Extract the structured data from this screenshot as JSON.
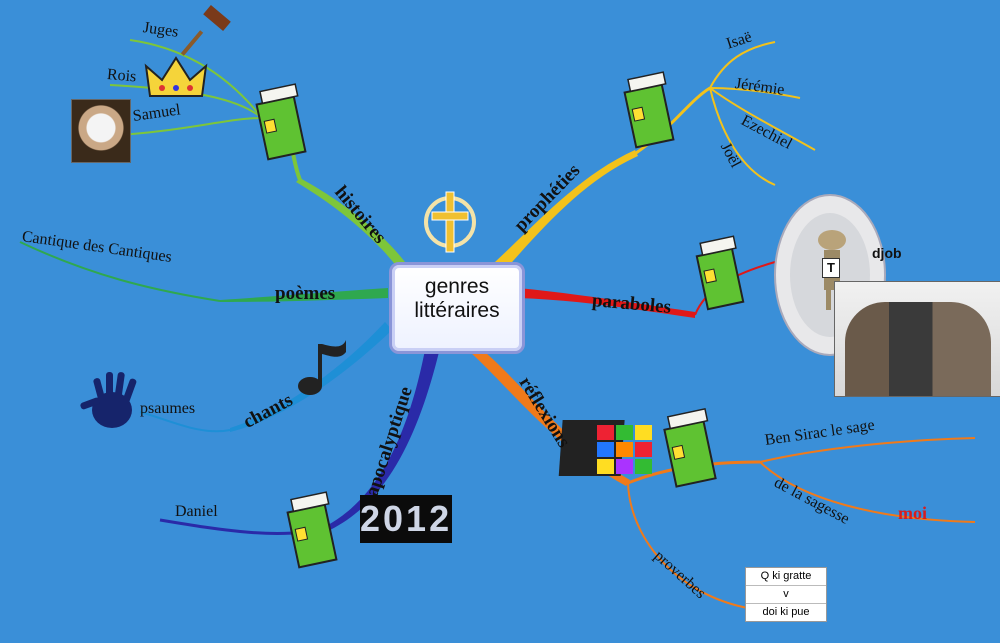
{
  "center": {
    "line1": "genres",
    "line2": "littéraires"
  },
  "branches": {
    "histoires": "histoires",
    "poemes": "poèmes",
    "chants": "chants",
    "apocalyptique": "apocalyptique",
    "reflexions": "réflexions",
    "paraboles": "paraboles",
    "propheties": "prophéties"
  },
  "leaves": {
    "juges": "Juges",
    "rois": "Rois",
    "samuel": "Samuel",
    "cantique": "Cantique des Cantiques",
    "psaumes": "psaumes",
    "daniel": "Daniel",
    "proverbes": "proverbes",
    "ben_sirac": "Ben Sirac le sage",
    "sagesse": "de la sagesse",
    "isae": "Isaë",
    "jeremie": "Jérémie",
    "ezechiel": "Ezechiel",
    "joel": "Joël"
  },
  "annotations": {
    "moi": "moi",
    "djob": "djob",
    "t_badge": "T",
    "year_2012": "2012"
  },
  "note": {
    "line1": "Q ki gratte",
    "line2": "v",
    "line3": "doi ki pue"
  },
  "colors": {
    "background": "#3a8fd8",
    "histoires": "#7dc63a",
    "poemes": "#2fa84f",
    "chants": "#1e8fd6",
    "apocalyptique": "#2a2aa8",
    "reflexions": "#f07a1a",
    "paraboles": "#e01818",
    "propheties": "#f3c21b",
    "book_green": "#5fc232",
    "moi": "#d81c1c"
  }
}
